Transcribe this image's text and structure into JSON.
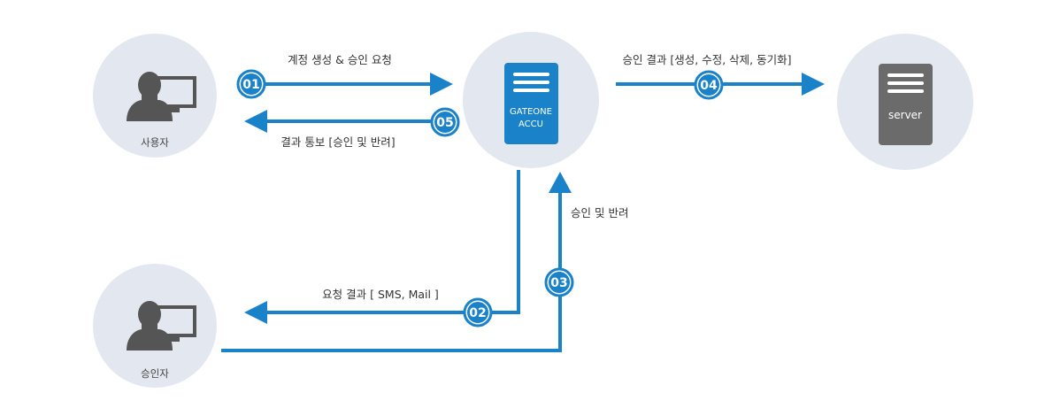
{
  "nodes": {
    "user": {
      "label": "사용자"
    },
    "approver": {
      "label": "승인자"
    },
    "gateone": {
      "line1": "GATEONE",
      "line2": "ACCU"
    },
    "server": {
      "label": "server"
    }
  },
  "steps": {
    "s01": {
      "number": "01",
      "label": "계정 생성 & 승인 요청"
    },
    "s02": {
      "number": "02",
      "label": "요청 결과 [ SMS, Mail ]"
    },
    "s03": {
      "number": "03",
      "label": "승인 및 반려"
    },
    "s04": {
      "number": "04",
      "label": "승인 결과 [생성, 수정, 삭제, 동기화]"
    },
    "s05": {
      "number": "05",
      "label": "결과 통보 [승인 및 반려]"
    }
  },
  "colors": {
    "accent": "#1a82c8",
    "node_bg": "#e3e7ef",
    "person": "#555555",
    "server_box": "#6b6b6b"
  }
}
